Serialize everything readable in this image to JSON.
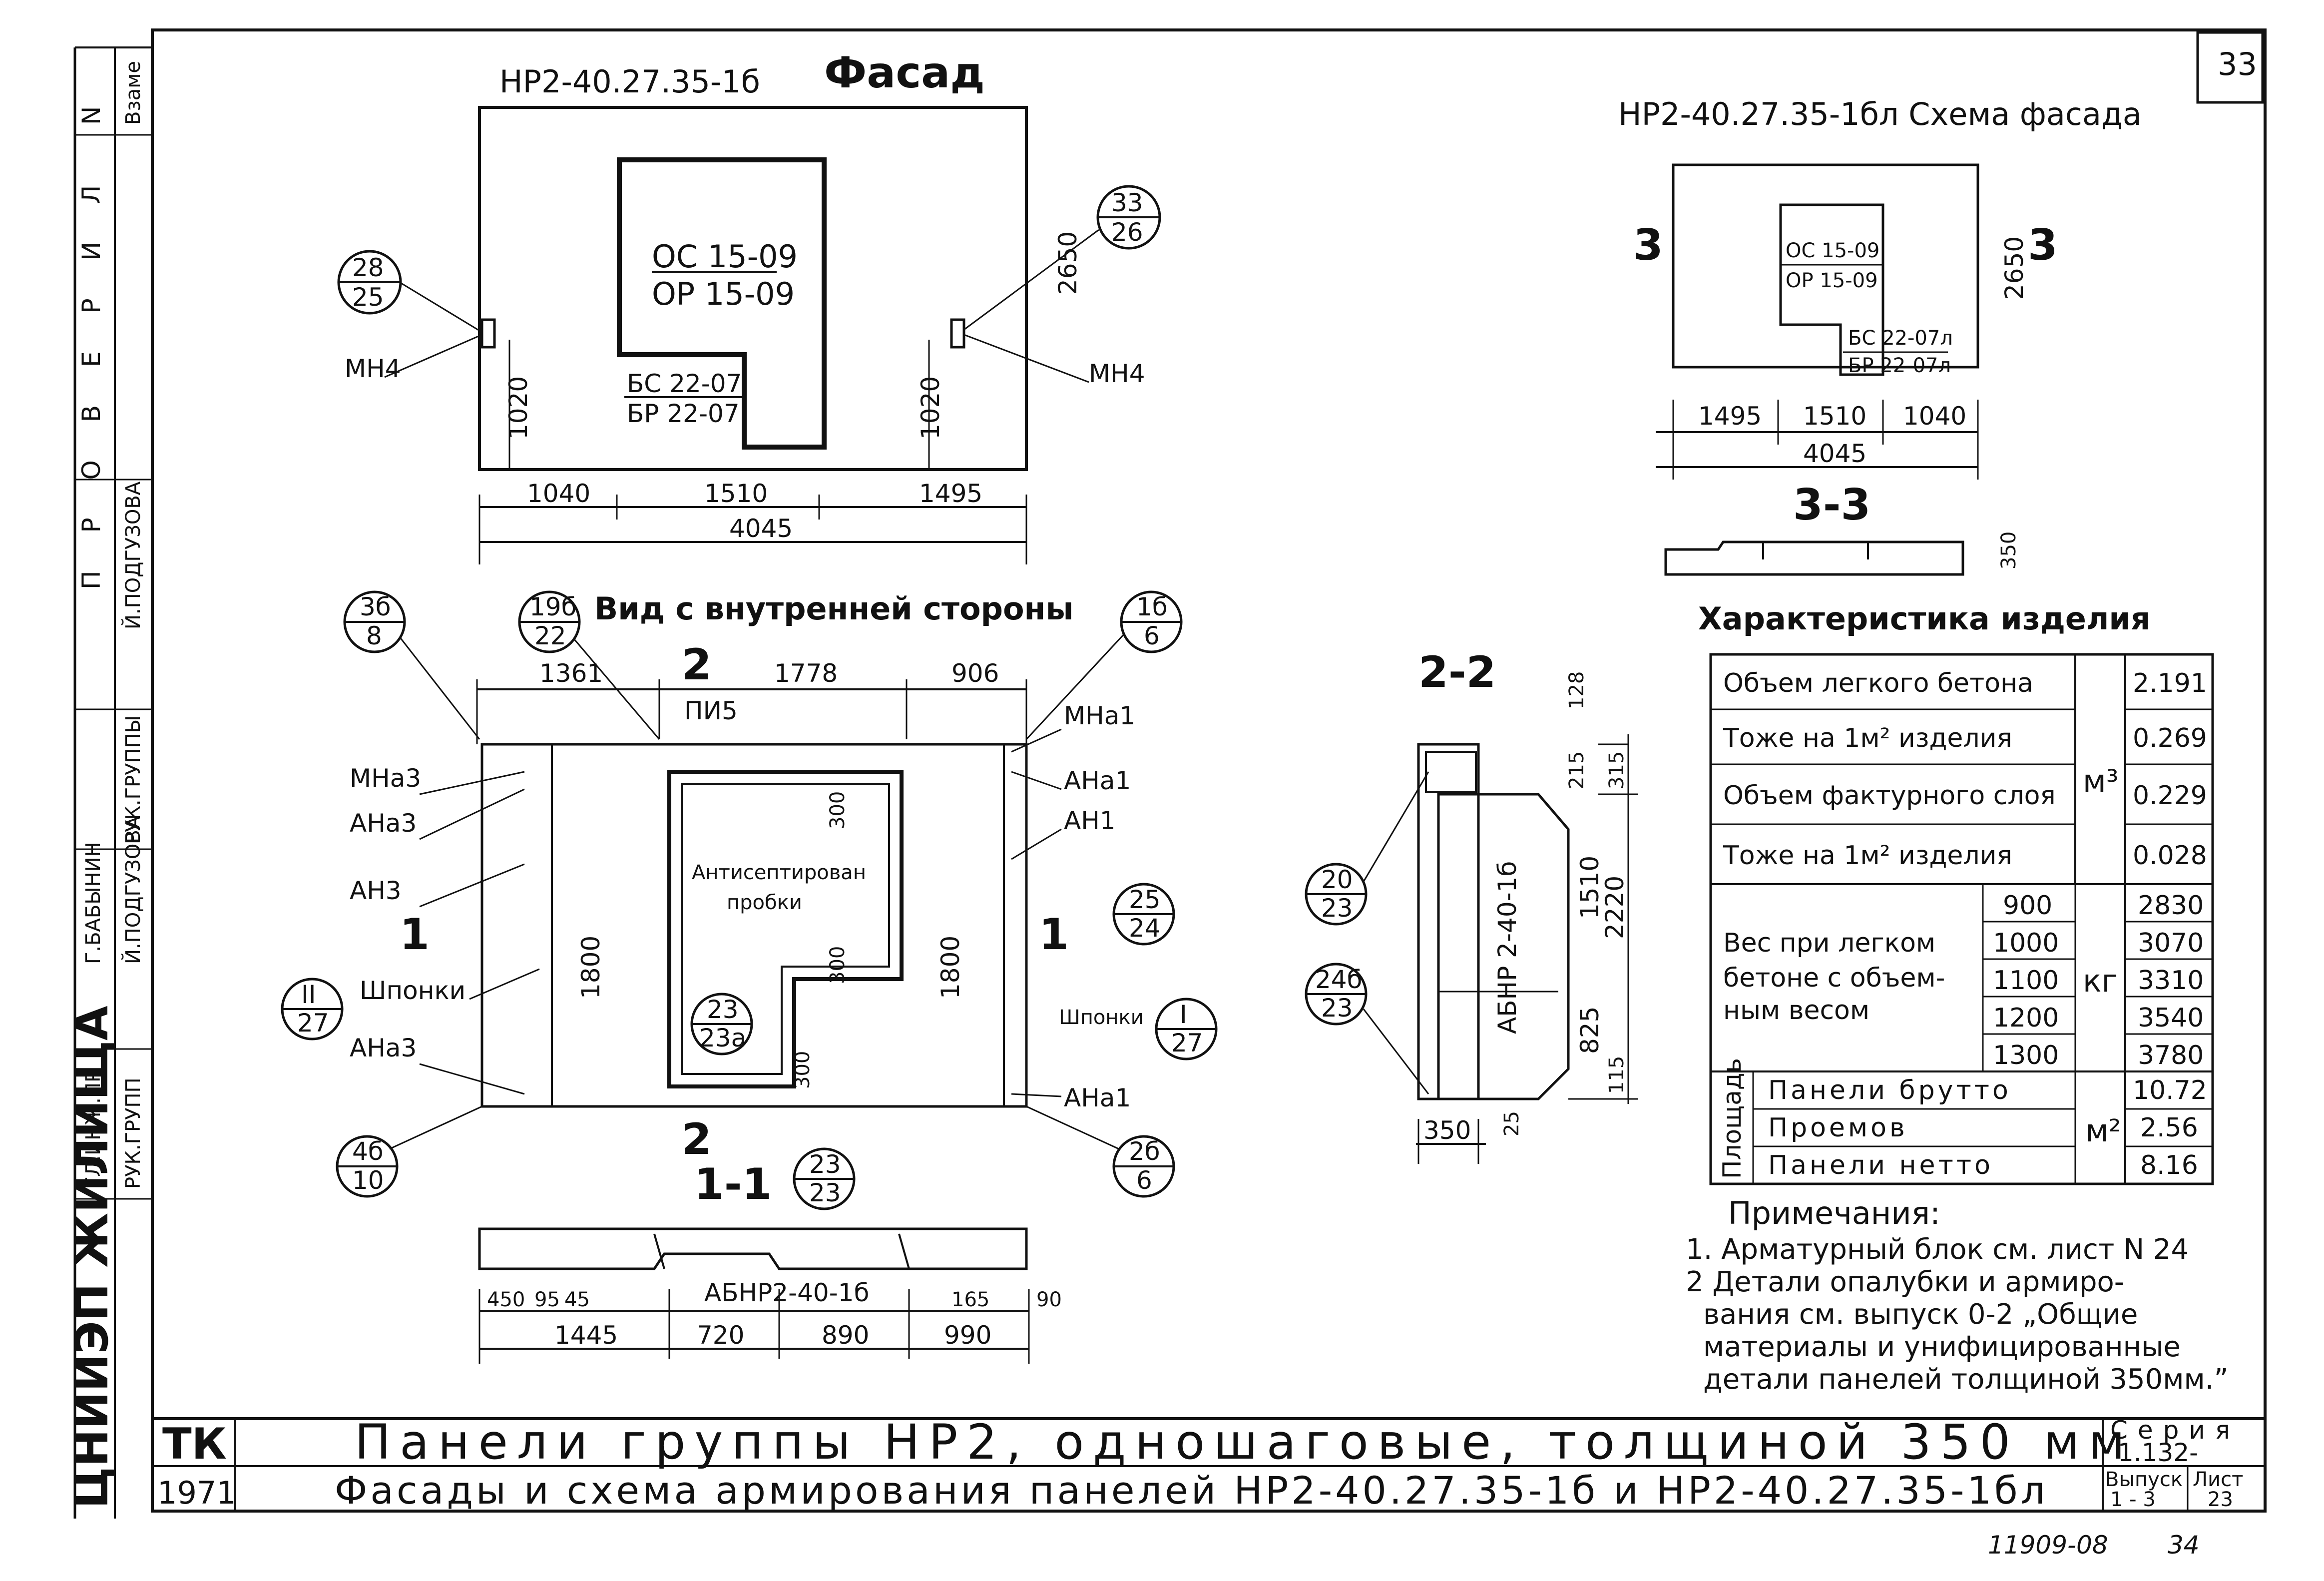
{
  "page": {
    "sheet_no": "33",
    "bottom_ref": "11909-08",
    "bottom_page": "34"
  },
  "left_strip": {
    "stamp_n": "N",
    "stamp_vzame": "Взаме",
    "proverila": "П Р О В Е Р И Л",
    "rows": [
      {
        "role": "ГЛ.ИНЖ.ПР",
        "name": ""
      },
      {
        "role": "РУК.ГРУПП",
        "name": ""
      },
      {
        "role": "",
        "name": "Г.БАБЫНИН"
      },
      {
        "role": "РУК.ГРУППЫ",
        "name": "Й.ПОДГУЗОВА"
      },
      {
        "role": "",
        "name": "Й.ПОДГУЗОВА"
      }
    ],
    "org": "ЦНИИЭП ЖИЛИЩА"
  },
  "facade": {
    "title": "НР2-40.27.35-1б",
    "heading": "Фасад",
    "opening_label_1": "ОС 15-09",
    "opening_label_2": "ОР 15-09",
    "door_label_1": "БС 22-07",
    "door_label_2": "БР 22-07",
    "height_dim": "2650",
    "left_elev": "1020",
    "right_elev": "1020",
    "dim_a": "1040",
    "dim_b": "1510",
    "dim_c": "1495",
    "dim_total": "4045",
    "mn_left": "МН4",
    "mn_right": "МН4",
    "bubble_left": {
      "top": "28",
      "bottom": "25"
    },
    "bubble_right": {
      "top": "33",
      "bottom": "26"
    }
  },
  "scheme": {
    "title": "НР2-40.27.35-1бл Схема фасада",
    "opening_label_1": "ОС 15-09",
    "opening_label_2": "ОР 15-09",
    "door_label_1": "БС 22-07л",
    "door_label_2": "БР 22-07л",
    "height_dim": "2650",
    "dim_a": "1495",
    "dim_b": "1510",
    "dim_c": "1040",
    "dim_total": "4045",
    "sec_mark": "3",
    "section_title": "3-3",
    "section_dim": "350"
  },
  "inner_view": {
    "title": "Вид с внутренней стороны",
    "dim_a": "1361",
    "dim_b": "1778",
    "dim_c": "906",
    "height_left": "1800",
    "height_right": "1800",
    "dim_small_1": "300",
    "dim_small_2": "300",
    "dim_small_3": "300",
    "pi_label": "ПИ5",
    "callout_note_1": "Антисептирован",
    "callout_note_2": "пробки",
    "labels_left": [
      "МНа3",
      "АНа3",
      "АН3",
      "Шпонки",
      "АНа3"
    ],
    "labels_right": [
      "МНа1",
      "АНа1",
      "АН1",
      "Шпонки",
      "АНа1"
    ],
    "sec_mark_1": "1",
    "sec_mark_2": "2",
    "bubbles": [
      {
        "top": "3б",
        "bottom": "8"
      },
      {
        "top": "19б",
        "bottom": "22"
      },
      {
        "top": "1б",
        "bottom": "6"
      },
      {
        "top": "II",
        "bottom": "27"
      },
      {
        "top": "25",
        "bottom": "24"
      },
      {
        "top": "I",
        "bottom": "27"
      },
      {
        "top": "4б",
        "bottom": "10"
      },
      {
        "top": "2б",
        "bottom": "6"
      },
      {
        "top": "23",
        "bottom": "23а"
      }
    ]
  },
  "section_11": {
    "title": "1-1",
    "bubble": {
      "top": "23",
      "bottom": "23"
    },
    "block_label": "АБНР2-40-1б",
    "dims_top": [
      "450",
      "95",
      "45",
      "165",
      "90"
    ],
    "dims_bottom": [
      "1445",
      "720",
      "890",
      "990"
    ]
  },
  "section_22": {
    "title": "2-2",
    "block_label": "АБНР 2-40-1б",
    "dims_right": [
      "128",
      "315",
      "215",
      "1510",
      "2220",
      "825",
      "115"
    ],
    "dim_bottom": "350",
    "dim_small": "25",
    "bubble_a": {
      "top": "20",
      "bottom": "23"
    },
    "bubble_b": {
      "top": "24б",
      "bottom": "23"
    }
  },
  "characteristics": {
    "title": "Характеристика изделия",
    "rows": [
      {
        "label": "Объем легкого бетона",
        "value": "2.191"
      },
      {
        "label": "Тоже на 1м² изделия",
        "value": "0.269"
      },
      {
        "label": "Объем фактурного слоя",
        "value": "0.229"
      },
      {
        "label": "Тоже на 1м² изделия",
        "value": "0.028"
      }
    ],
    "unit_volume": "м³",
    "weight_label_1": "Вес при легком",
    "weight_label_2": "бетоне с объем-",
    "weight_label_3": "ным весом",
    "unit_weight": "кг",
    "weights": [
      {
        "density": "900",
        "value": "2830"
      },
      {
        "density": "1000",
        "value": "3070"
      },
      {
        "density": "1100",
        "value": "3310"
      },
      {
        "density": "1200",
        "value": "3540"
      },
      {
        "density": "1300",
        "value": "3780"
      }
    ],
    "area_group": "Площадь",
    "unit_area": "м²",
    "areas": [
      {
        "label": "Панели брутто",
        "value": "10.72"
      },
      {
        "label": "Проемов",
        "value": "2.56"
      },
      {
        "label": "Панели нетто",
        "value": "8.16"
      }
    ]
  },
  "notes": {
    "title": "Примечания:",
    "lines": [
      "1. Арматурный блок см. лист N 24",
      "2 Детали опалубки и армиро-",
      "вания см. выпуск 0-2 „Общие",
      "материалы и унифицированные",
      "детали панелей толщиной 350мм.”"
    ]
  },
  "title_block": {
    "code": "ТК",
    "year": "1971",
    "line1": "Панели группы НР2, одношаговые, толщиной 350 мм",
    "line2": "Фасады и схема армирования панелей НР2-40.27.35-1б и НР2-40.27.35-1бл",
    "series_label": "Серия",
    "series_value": "1.132-",
    "issue_label": "Выпуск",
    "issue_value": "1 - 3",
    "sheet_label": "Лист",
    "sheet_value": "23"
  }
}
